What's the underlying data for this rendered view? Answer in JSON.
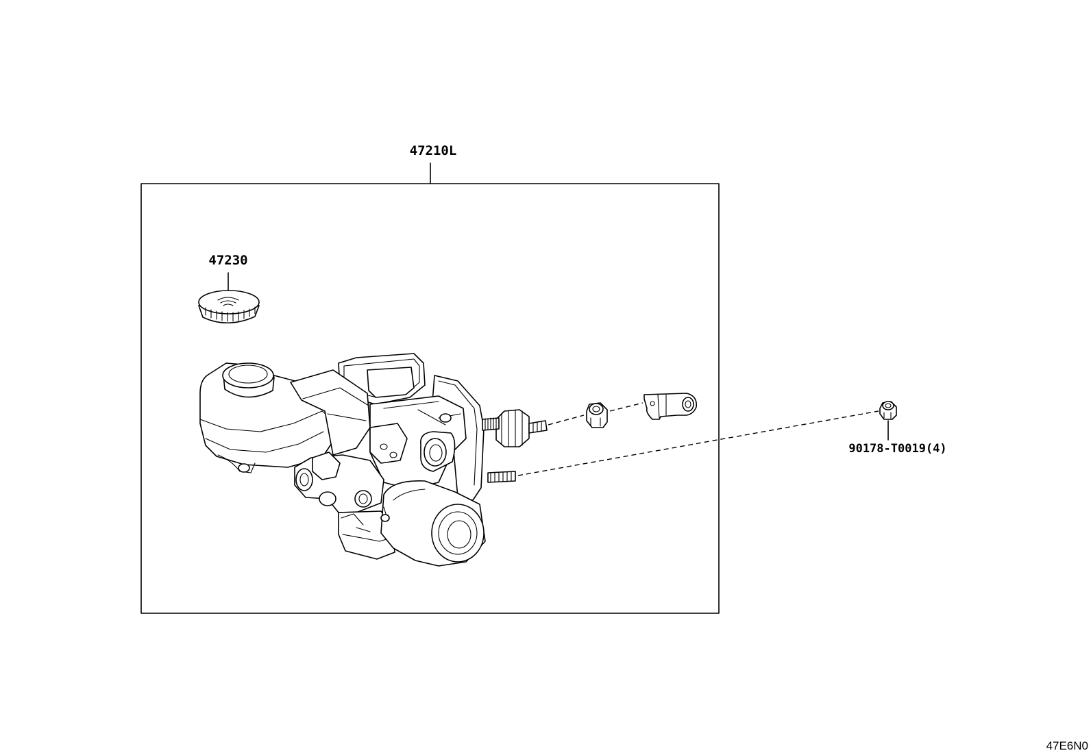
{
  "callouts": {
    "assembly": "47210L",
    "reservoir_cap": "47230",
    "nut": "90178-T0019(4)"
  },
  "diagram_code": "47E6N0",
  "colors": {
    "line": "#000000",
    "background": "#ffffff"
  }
}
